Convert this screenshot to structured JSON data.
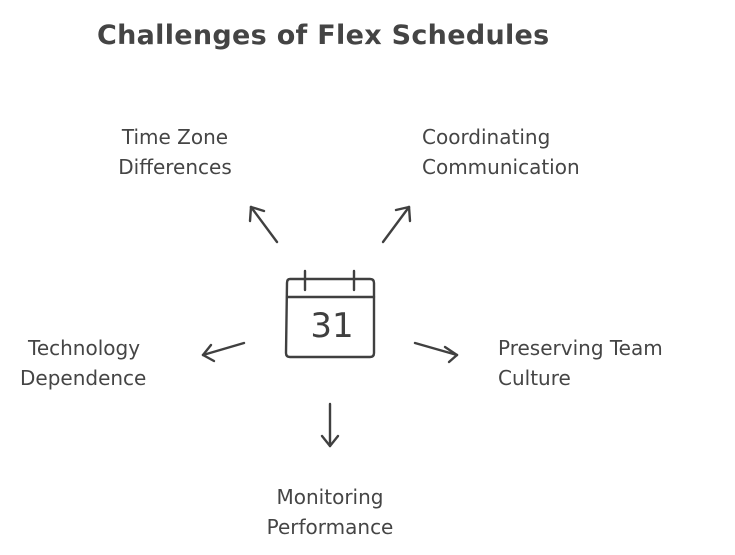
{
  "title": "Challenges of Flex Schedules",
  "center": {
    "icon": "calendar-icon",
    "day": "31"
  },
  "nodes": {
    "time_zone": {
      "line1": "Time Zone",
      "line2": "Differences",
      "arrow": "arrow-up-left"
    },
    "coordinating": {
      "line1": "Coordinating",
      "line2": "Communication",
      "arrow": "arrow-up-right"
    },
    "technology": {
      "line1": "Technology",
      "line2": "Dependence",
      "arrow": "arrow-left"
    },
    "culture": {
      "line1": "Preserving Team",
      "line2": "Culture",
      "arrow": "arrow-right"
    },
    "monitoring": {
      "line1": "Monitoring",
      "line2": "Performance",
      "arrow": "arrow-down"
    }
  },
  "colors": {
    "stroke": "#404040",
    "text": "#454545",
    "background": "#ffffff"
  }
}
